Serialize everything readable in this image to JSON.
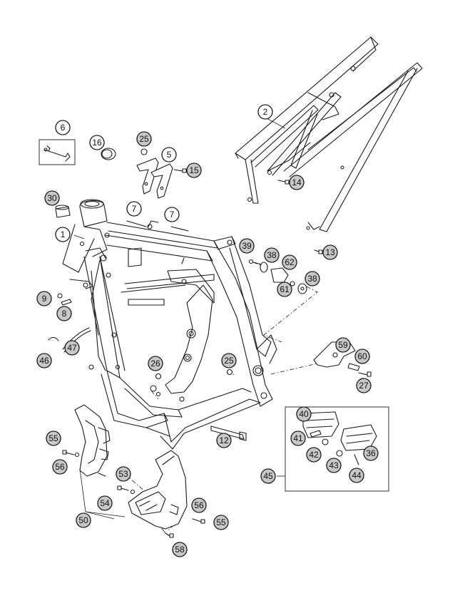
{
  "callouts": [
    {
      "id": "c1",
      "label": "1",
      "filled": false
    },
    {
      "id": "c2",
      "label": "2",
      "filled": false
    },
    {
      "id": "c5",
      "label": "5",
      "filled": false
    },
    {
      "id": "c6",
      "label": "6",
      "filled": false
    },
    {
      "id": "c7a",
      "label": "7",
      "filled": false
    },
    {
      "id": "c7b",
      "label": "7",
      "filled": false
    },
    {
      "id": "c8",
      "label": "8",
      "filled": true
    },
    {
      "id": "c9",
      "label": "9",
      "filled": true
    },
    {
      "id": "c12",
      "label": "12",
      "filled": true
    },
    {
      "id": "c13",
      "label": "13",
      "filled": true
    },
    {
      "id": "c14",
      "label": "14",
      "filled": true
    },
    {
      "id": "c15",
      "label": "15",
      "filled": true
    },
    {
      "id": "c16",
      "label": "16",
      "filled": false
    },
    {
      "id": "c25a",
      "label": "25",
      "filled": true
    },
    {
      "id": "c25b",
      "label": "25",
      "filled": true
    },
    {
      "id": "c26",
      "label": "26",
      "filled": true
    },
    {
      "id": "c27",
      "label": "27",
      "filled": true
    },
    {
      "id": "c30",
      "label": "30",
      "filled": true
    },
    {
      "id": "c36",
      "label": "36",
      "filled": true
    },
    {
      "id": "c38a",
      "label": "38",
      "filled": true
    },
    {
      "id": "c38b",
      "label": "38",
      "filled": true
    },
    {
      "id": "c39",
      "label": "39",
      "filled": true
    },
    {
      "id": "c40",
      "label": "40",
      "filled": true
    },
    {
      "id": "c41",
      "label": "41",
      "filled": true
    },
    {
      "id": "c42",
      "label": "42",
      "filled": true
    },
    {
      "id": "c43",
      "label": "43",
      "filled": true
    },
    {
      "id": "c44",
      "label": "44",
      "filled": true
    },
    {
      "id": "c45",
      "label": "45",
      "filled": true
    },
    {
      "id": "c46",
      "label": "46",
      "filled": true
    },
    {
      "id": "c47",
      "label": "47",
      "filled": true
    },
    {
      "id": "c50",
      "label": "50",
      "filled": true
    },
    {
      "id": "c53",
      "label": "53",
      "filled": true
    },
    {
      "id": "c54",
      "label": "54",
      "filled": true
    },
    {
      "id": "c55a",
      "label": "55",
      "filled": true
    },
    {
      "id": "c55b",
      "label": "55",
      "filled": true
    },
    {
      "id": "c56a",
      "label": "56",
      "filled": true
    },
    {
      "id": "c56b",
      "label": "56",
      "filled": true
    },
    {
      "id": "c58",
      "label": "58",
      "filled": true
    },
    {
      "id": "c59",
      "label": "59",
      "filled": true
    },
    {
      "id": "c60",
      "label": "60",
      "filled": true
    },
    {
      "id": "c61",
      "label": "61",
      "filled": true
    },
    {
      "id": "c62",
      "label": "62",
      "filled": true
    }
  ]
}
